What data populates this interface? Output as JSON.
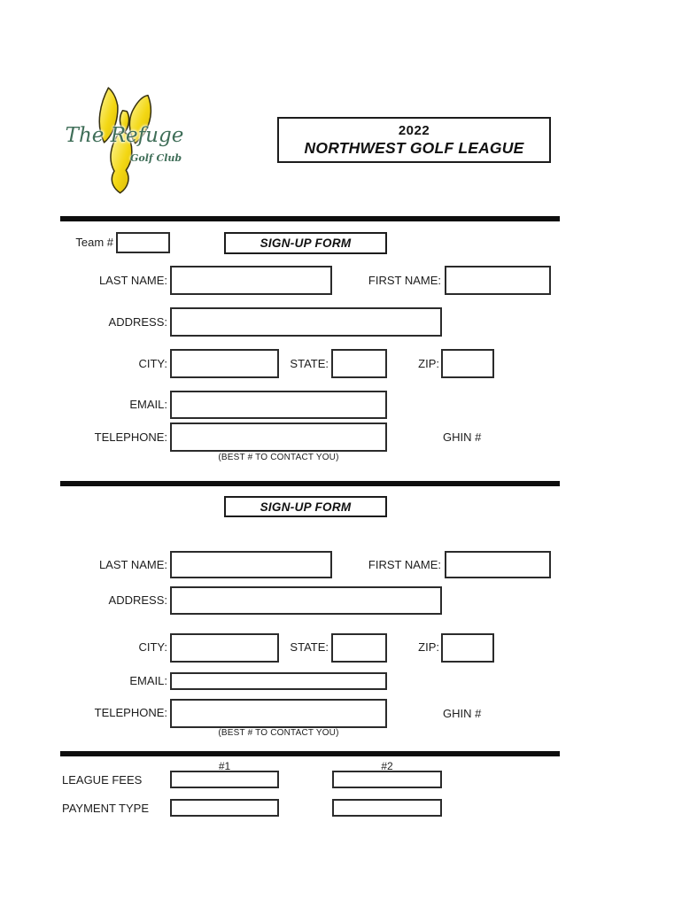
{
  "logo": {
    "name": "The Refuge",
    "subtitle": "Golf Club"
  },
  "header": {
    "year": "2022",
    "league_title": "NORTHWEST GOLF LEAGUE"
  },
  "sections": [
    {
      "team_label": "Team #",
      "team_value": "",
      "title": "SIGN-UP FORM",
      "labels": {
        "last_name": "LAST NAME:",
        "first_name": "FIRST NAME:",
        "address": "ADDRESS:",
        "city": "CITY:",
        "state": "STATE:",
        "zip": "ZIP:",
        "email": "EMAIL:",
        "telephone": "TELEPHONE:",
        "ghin": "GHIN #"
      },
      "values": {
        "last_name": "",
        "first_name": "",
        "address": "",
        "city": "",
        "state": "",
        "zip": "",
        "email": "",
        "telephone": ""
      },
      "phone_note": "(BEST # TO CONTACT YOU)"
    },
    {
      "title": "SIGN-UP FORM",
      "labels": {
        "last_name": "LAST NAME:",
        "first_name": "FIRST NAME:",
        "address": "ADDRESS:",
        "city": "CITY:",
        "state": "STATE:",
        "zip": "ZIP:",
        "email": "EMAIL:",
        "telephone": "TELEPHONE:",
        "ghin": "GHIN #"
      },
      "values": {
        "last_name": "",
        "first_name": "",
        "address": "",
        "city": "",
        "state": "",
        "zip": "",
        "email": "",
        "telephone": ""
      },
      "phone_note": "(BEST # TO CONTACT YOU)"
    }
  ],
  "footer": {
    "columns": [
      "#1",
      "#2"
    ],
    "rows": [
      {
        "label": "LEAGUE FEES",
        "values": [
          "",
          ""
        ]
      },
      {
        "label": "PAYMENT TYPE",
        "values": [
          "",
          ""
        ]
      }
    ]
  },
  "colors": {
    "logo_green": "#3f6e58",
    "logo_yellow": "#f3d714",
    "rule_black": "#0e0e0e"
  }
}
